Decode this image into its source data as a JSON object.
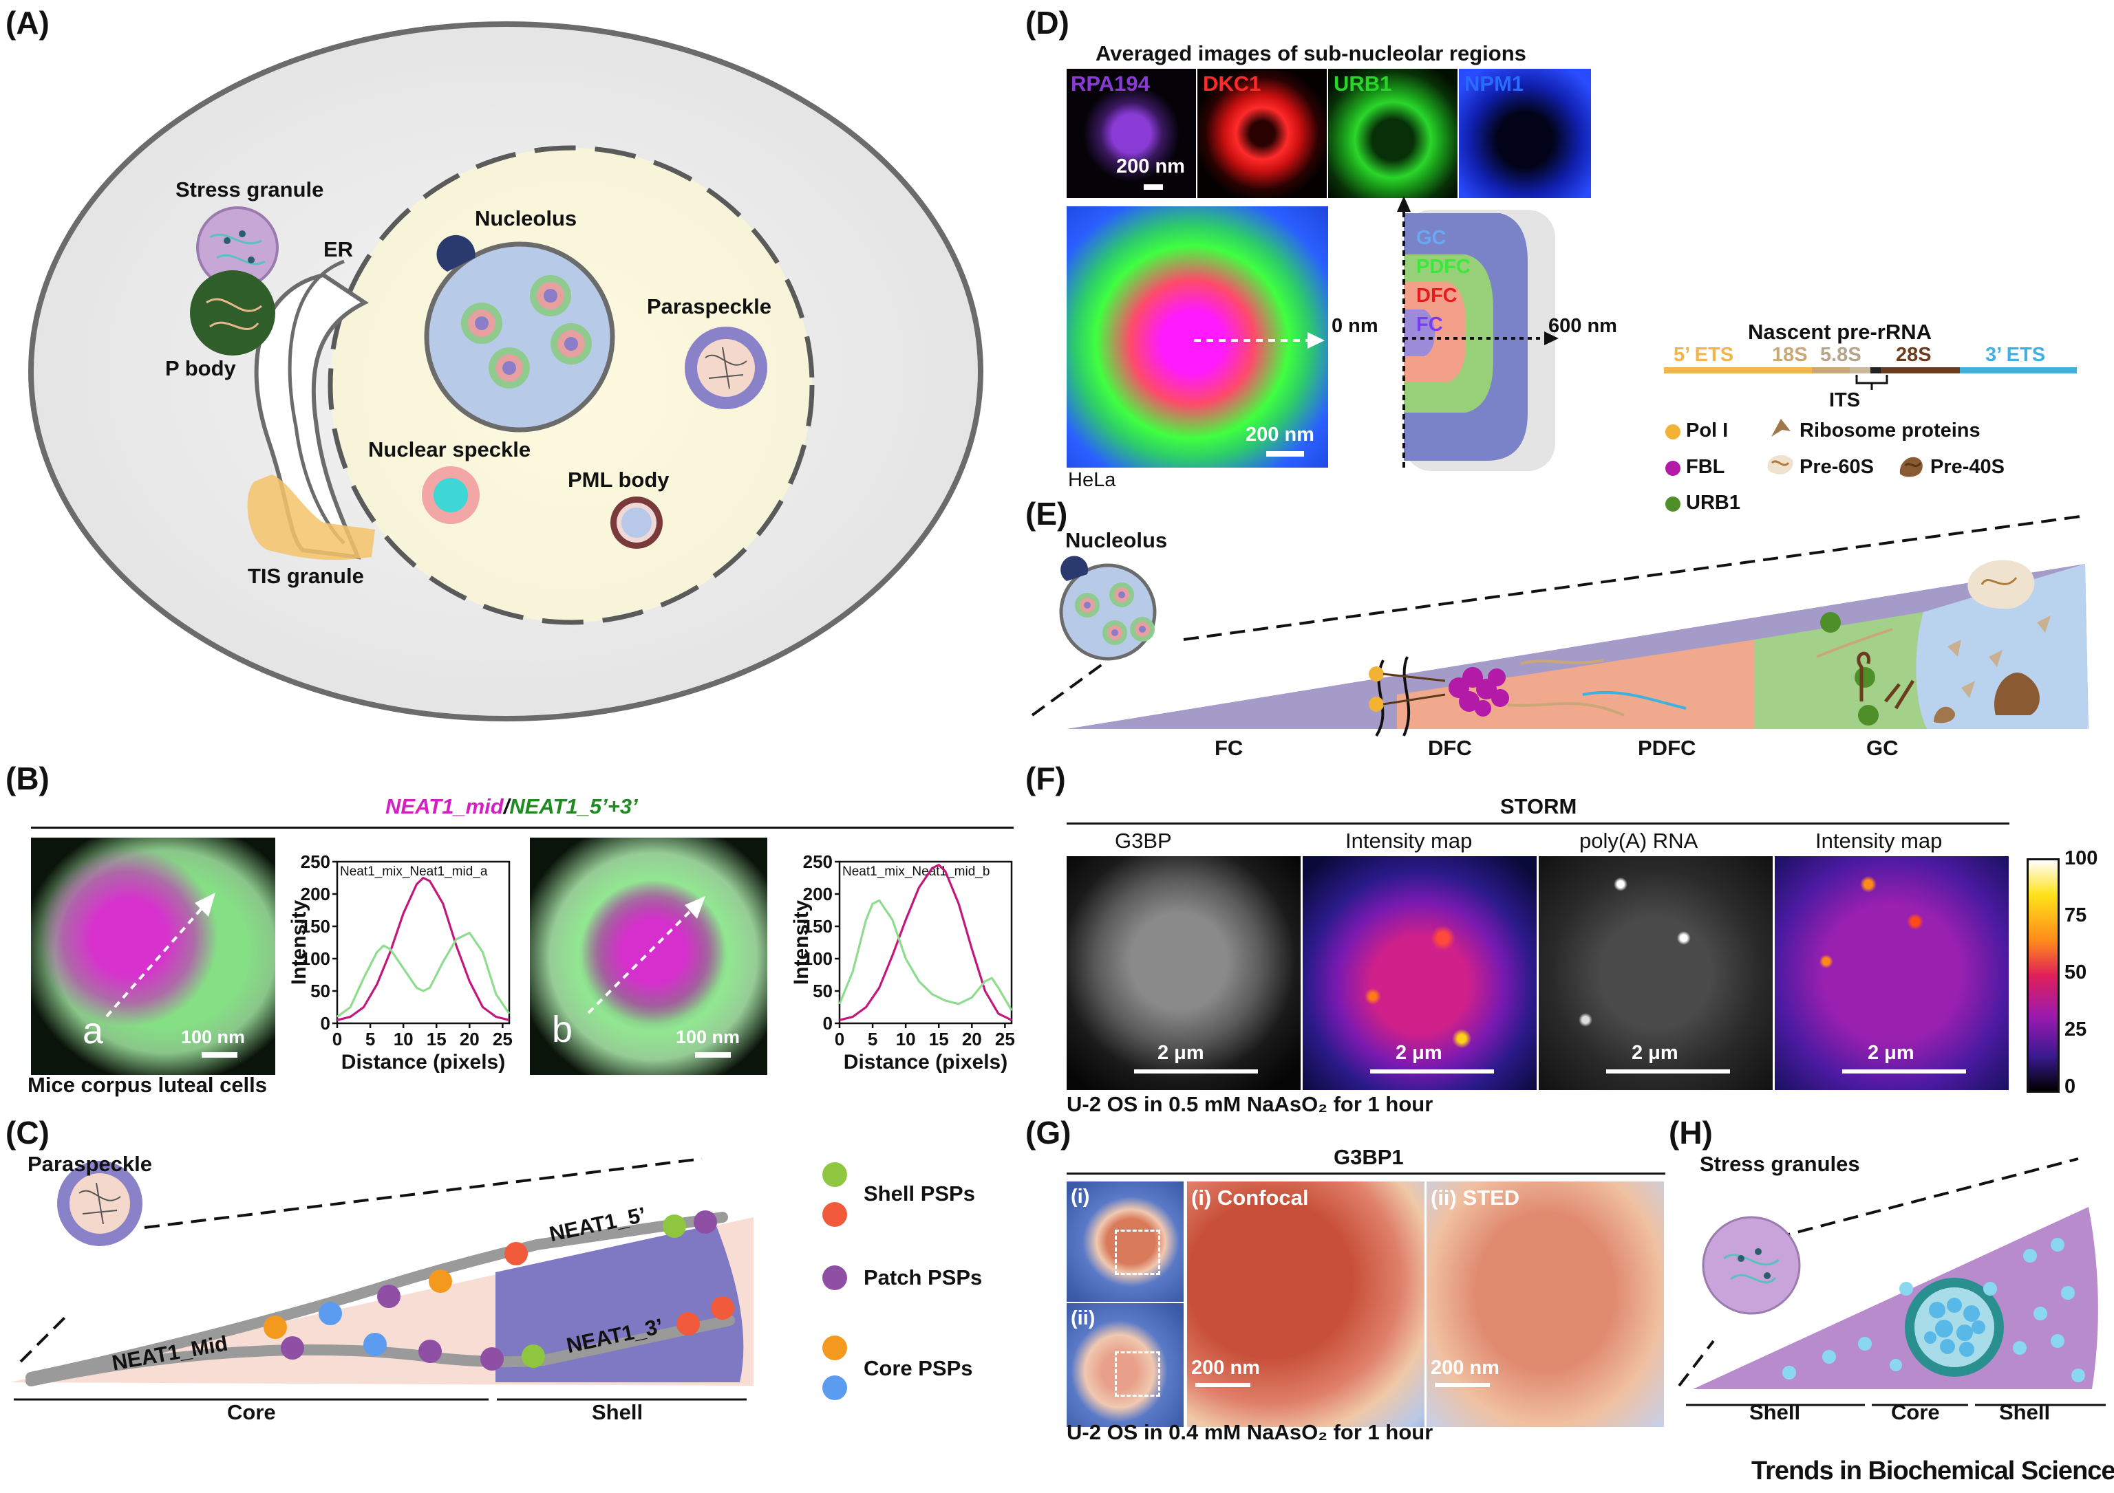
{
  "panels": {
    "A": "(A)",
    "B": "(B)",
    "C": "(C)",
    "D": "(D)",
    "E": "(E)",
    "F": "(F)",
    "G": "(G)",
    "H": "(H)"
  },
  "panelA": {
    "stress_granule": "Stress granule",
    "er": "ER",
    "p_body": "P body",
    "nucleolus": "Nucleolus",
    "paraspeckle": "Paraspeckle",
    "nuclear_speckle": "Nuclear speckle",
    "pml_body": "PML body",
    "tis_granule": "TIS granule"
  },
  "panelB": {
    "title_mid": "NEAT1_mid",
    "title_sep": "/",
    "title_53": "NEAT1_5’+3’",
    "img_a_letter": "a",
    "img_b_letter": "b",
    "scale": "100 nm",
    "caption": "Mice corpus luteal cells",
    "plot_a_title": "Neat1_mix_Neat1_mid_a",
    "plot_b_title": "Neat1_mix_Neat1_mid_b",
    "ylabel": "Intensity",
    "xlabel": "Distance (pixels)",
    "yticks": [
      "0",
      "50",
      "100",
      "150",
      "200",
      "250"
    ],
    "xticks": [
      "0",
      "5",
      "10",
      "15",
      "20",
      "25"
    ]
  },
  "chart_data": [
    {
      "type": "line",
      "title": "Neat1_mix_Neat1_mid_a",
      "xlabel": "Distance (pixels)",
      "ylabel": "Intensity",
      "xlim": [
        0,
        26
      ],
      "ylim": [
        0,
        250
      ],
      "series": [
        {
          "color": "#c2187c",
          "x": [
            0,
            2,
            4,
            6,
            8,
            10,
            12,
            13,
            14,
            16,
            18,
            20,
            22,
            24,
            26
          ],
          "y": [
            5,
            10,
            25,
            60,
            110,
            170,
            215,
            225,
            220,
            185,
            120,
            65,
            25,
            10,
            5
          ]
        },
        {
          "color": "#8fdc8f",
          "x": [
            0,
            2,
            4,
            6,
            7,
            8,
            10,
            12,
            13,
            14,
            16,
            18,
            20,
            22,
            24,
            26
          ],
          "y": [
            10,
            25,
            70,
            110,
            120,
            115,
            85,
            55,
            50,
            55,
            95,
            130,
            140,
            110,
            45,
            15
          ]
        }
      ]
    },
    {
      "type": "line",
      "title": "Neat1_mix_Neat1_mid_b",
      "xlabel": "Distance (pixels)",
      "ylabel": "Intensity",
      "xlim": [
        0,
        26
      ],
      "ylim": [
        0,
        250
      ],
      "series": [
        {
          "color": "#c2187c",
          "x": [
            0,
            2,
            4,
            6,
            8,
            10,
            12,
            14,
            15,
            16,
            18,
            20,
            22,
            24,
            26
          ],
          "y": [
            5,
            10,
            25,
            55,
            105,
            160,
            210,
            240,
            245,
            235,
            185,
            115,
            50,
            15,
            5
          ]
        },
        {
          "color": "#8fdc8f",
          "x": [
            0,
            2,
            4,
            5,
            6,
            8,
            10,
            12,
            14,
            16,
            18,
            20,
            22,
            23,
            24,
            26
          ],
          "y": [
            30,
            80,
            160,
            185,
            190,
            160,
            100,
            65,
            45,
            35,
            30,
            40,
            65,
            70,
            55,
            20
          ]
        }
      ]
    }
  ],
  "panelC": {
    "paraspeckle": "Paraspeckle",
    "neat1_5": "NEAT1_5’",
    "neat1_3": "NEAT1_3’",
    "neat1_mid": "NEAT1_Mid",
    "core": "Core",
    "shell": "Shell",
    "legend": [
      {
        "label": "Shell PSPs",
        "colors": [
          "#8fc63f",
          "#f15a3a"
        ]
      },
      {
        "label": "Patch PSPs",
        "colors": [
          "#8e4fa5"
        ]
      },
      {
        "label": "Core PSPs",
        "colors": [
          "#f39a1e",
          "#5b9cf0"
        ]
      }
    ]
  },
  "panelD": {
    "title": "Averaged images of sub-nucleolar regions",
    "channels": [
      {
        "label": "RPA194",
        "color": "#8a3bd6"
      },
      {
        "label": "DKC1",
        "color": "#ff2a2a"
      },
      {
        "label": "URB1",
        "color": "#2bd62b"
      },
      {
        "label": "NPM1",
        "color": "#2a5cff"
      }
    ],
    "scale_small": "200 nm",
    "scale_big": "200 nm",
    "cell": "HeLa",
    "zero": "0 nm",
    "six": "600 nm",
    "regions": [
      "GC",
      "PDFC",
      "DFC",
      "FC"
    ],
    "pre_rrna_title": "Nascent pre-rRNA",
    "segments": [
      {
        "label": "5’ ETS",
        "color": "#f0b64a"
      },
      {
        "label": "18S",
        "color": "#c9a777"
      },
      {
        "label": "5.8S",
        "color": "#c9b89a"
      },
      {
        "label": "28S",
        "color": "#6b3d1e"
      },
      {
        "label": "3’ ETS",
        "color": "#3fb0e0"
      }
    ],
    "its": "ITS",
    "legend": [
      {
        "label": "Pol I",
        "color": "#f2b233"
      },
      {
        "label": "FBL",
        "color": "#b31aa8"
      },
      {
        "label": "URB1",
        "color": "#4f8f2a"
      },
      {
        "label": "Ribosome proteins"
      },
      {
        "label": "Pre-60S"
      },
      {
        "label": "Pre-40S"
      }
    ]
  },
  "panelE": {
    "nucleolus": "Nucleolus",
    "zones": [
      "FC",
      "DFC",
      "PDFC",
      "GC"
    ]
  },
  "panelF": {
    "title": "STORM",
    "labels": [
      "G3BP",
      "Intensity map",
      "poly(A) RNA",
      "Intensity map"
    ],
    "scale": "2 μm",
    "caption": "U-2 OS in 0.5 mM NaAsO₂ for 1 hour",
    "colorbar_ticks": [
      "100",
      "75",
      "50",
      "25",
      "0"
    ]
  },
  "panelG": {
    "title": "G3BP1",
    "i": "(i)",
    "ii": "(ii)",
    "confocal": "(i) Confocal",
    "sted": "(ii) STED",
    "scale": "200 nm",
    "caption": "U-2 OS in 0.4 mM NaAsO₂ for 1 hour"
  },
  "panelH": {
    "title": "Stress granules",
    "labels": [
      "Shell",
      "Core",
      "Shell"
    ]
  },
  "footer": "Trends in Biochemical Sciences"
}
